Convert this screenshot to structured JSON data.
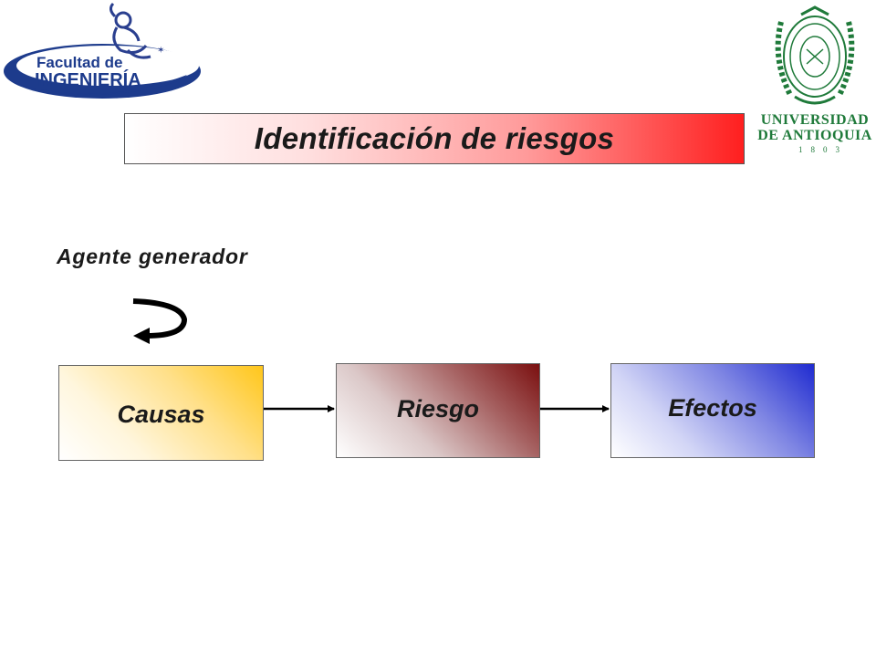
{
  "logos": {
    "left": {
      "text_line1": "Facultad de",
      "text_line2": "INGENIERÍA"
    },
    "right": {
      "name_line1": "UNIVERSIDAD",
      "name_line2": "DE ANTIOQUIA",
      "year": "1803"
    }
  },
  "title": "Identificación de riesgos",
  "agent_label": "Agente generador",
  "flow": {
    "boxes": [
      {
        "id": "causas",
        "label": "Causas",
        "color": "#ffc61a"
      },
      {
        "id": "riesgo",
        "label": "Riesgo",
        "color": "#7a0f0f"
      },
      {
        "id": "efectos",
        "label": "Efectos",
        "color": "#1f2bd0"
      }
    ],
    "connections": [
      {
        "from": "causas",
        "to": "riesgo"
      },
      {
        "from": "riesgo",
        "to": "efectos"
      }
    ]
  },
  "colors": {
    "title_gradient_end": "#ff1f1f",
    "logo_blue": "#1d3b8c",
    "logo_green": "#1f7a3a"
  }
}
